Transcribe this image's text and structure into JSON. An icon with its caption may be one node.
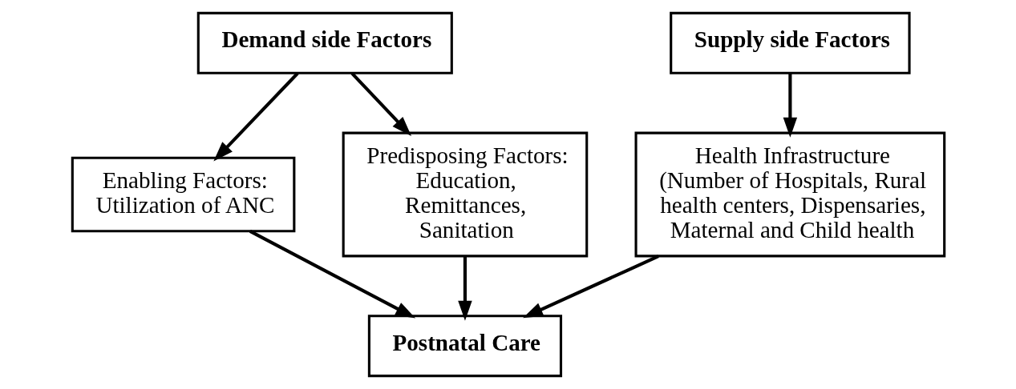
{
  "diagram": {
    "nodes": [
      {
        "text": [
          "Demand side Factors"
        ]
      },
      {
        "text": [
          "Supply side Factors"
        ]
      },
      {
        "text": [
          "Enabling Factors: Utilization of ANC"
        ]
      },
      {
        "text": [
          "Predisposing Factors: Education, Remittances, Sanitation"
        ]
      },
      {
        "text": [
          "Health Infrastructure",
          "(Number of Hospitals, Rural health centers, Dispensaries, Maternal and Child health"
        ]
      },
      {
        "text": [
          "Postnatal Care"
        ]
      }
    ],
    "edges": [
      {
        "from": 0,
        "to": 2,
        "arrow": "to"
      },
      {
        "from": 0,
        "to": 3,
        "arrow": "to"
      },
      {
        "from": 1,
        "to": 4,
        "arrow": "to"
      },
      {
        "from": 2,
        "to": 5,
        "arrow": "to"
      },
      {
        "from": 3,
        "to": 5,
        "arrow": "to"
      },
      {
        "from": 4,
        "to": 5,
        "arrow": "to"
      }
    ]
  }
}
